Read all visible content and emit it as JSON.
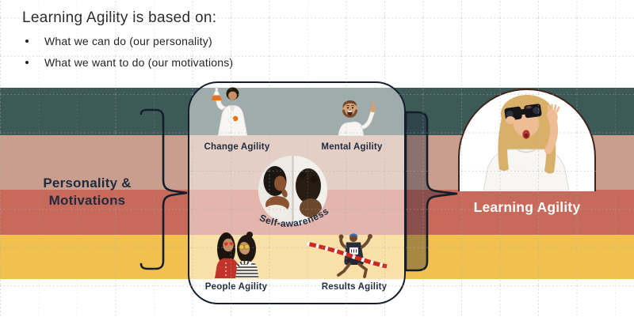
{
  "header": {
    "title": "Learning Agility is based on:",
    "bullets": [
      "What we can do (our personality)",
      "What we want to do (our motivations)"
    ]
  },
  "diagram": {
    "source": {
      "line1": "Personality &",
      "line2": "Motivations"
    },
    "agilities": {
      "change": {
        "label": "Change Agility",
        "icon": "scientist-with-flask-photo"
      },
      "mental": {
        "label": "Mental Agility",
        "icon": "man-pointing-up-photo"
      },
      "people": {
        "label": "People Agility",
        "icon": "two-friends-hugging-photo"
      },
      "results": {
        "label": "Results Agility",
        "icon": "runner-finish-tape-photo"
      }
    },
    "center": {
      "label": "Self-awareness",
      "icon": "woman-mirror-reflection-photo"
    },
    "outcome": {
      "label": "Learning Agility",
      "icon": "woman-with-binoculars-photo"
    }
  },
  "colors": {
    "band_teal": "#3d5a59",
    "band_salmon": "#c99e8e",
    "band_red": "#c76a5b",
    "band_yellow": "#f2c04e",
    "navy_text": "#1e2b3d",
    "outline_navy": "#141e2b",
    "dome_outline_brown": "#3f241a",
    "outcome_text_white": "#ffffff"
  }
}
